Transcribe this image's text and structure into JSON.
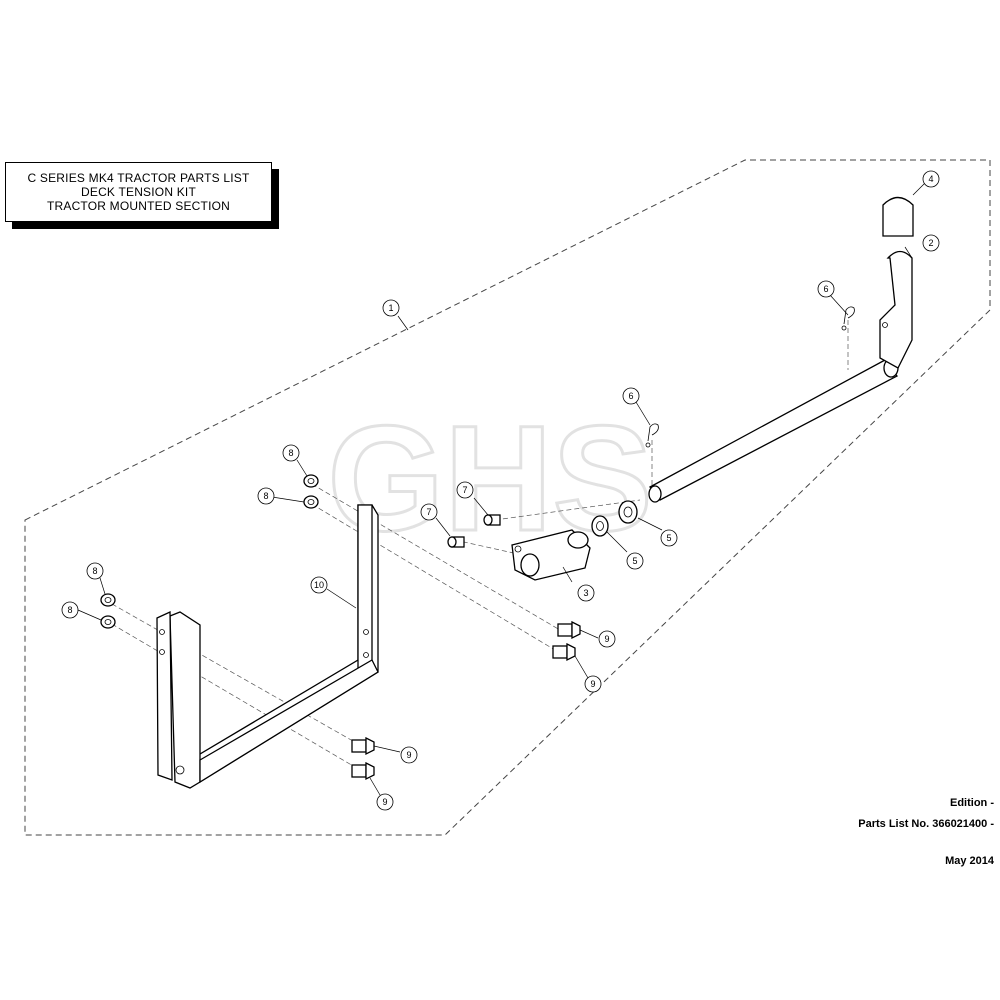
{
  "title": {
    "line1": "C SERIES MK4 TRACTOR PARTS LIST",
    "line2": "DECK TENSION KIT",
    "line3": "TRACTOR MOUNTED SECTION"
  },
  "watermark": "GHS",
  "info": {
    "edition": "Edition -",
    "parts_list": "Parts List No. 366021400 -",
    "date": "May 2014"
  },
  "callouts": [
    {
      "id": "callout-1",
      "label": "1"
    },
    {
      "id": "callout-2",
      "label": "2"
    },
    {
      "id": "callout-3",
      "label": "3"
    },
    {
      "id": "callout-4",
      "label": "4"
    },
    {
      "id": "callout-5a",
      "label": "5"
    },
    {
      "id": "callout-5b",
      "label": "5"
    },
    {
      "id": "callout-6a",
      "label": "6"
    },
    {
      "id": "callout-6b",
      "label": "6"
    },
    {
      "id": "callout-7a",
      "label": "7"
    },
    {
      "id": "callout-7b",
      "label": "7"
    },
    {
      "id": "callout-8a",
      "label": "8"
    },
    {
      "id": "callout-8b",
      "label": "8"
    },
    {
      "id": "callout-8c",
      "label": "8"
    },
    {
      "id": "callout-8d",
      "label": "8"
    },
    {
      "id": "callout-9a",
      "label": "9"
    },
    {
      "id": "callout-9b",
      "label": "9"
    },
    {
      "id": "callout-9c",
      "label": "9"
    },
    {
      "id": "callout-9d",
      "label": "9"
    },
    {
      "id": "callout-10",
      "label": "10"
    }
  ]
}
